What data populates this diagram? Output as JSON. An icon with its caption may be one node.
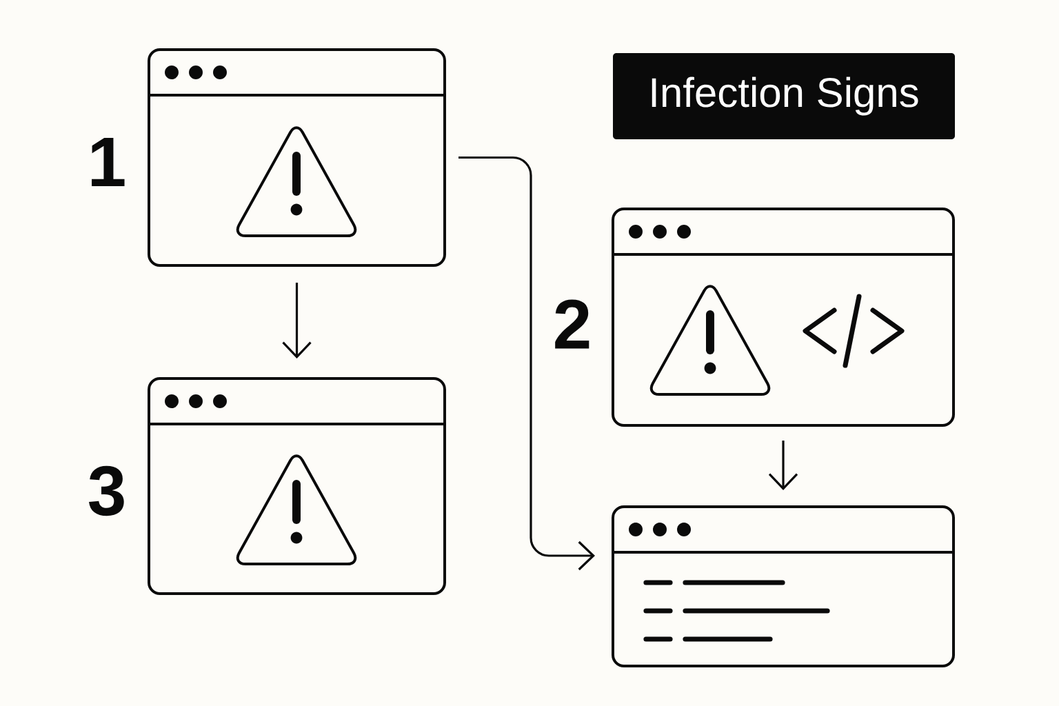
{
  "diagram": {
    "title": "Infection Signs",
    "nodes": [
      {
        "text": [],
        "shape": "window",
        "beside": [
          "1"
        ]
      },
      {
        "text": [],
        "shape": "window",
        "beside": [
          "2"
        ]
      },
      {
        "text": [],
        "shape": "window",
        "beside": [
          "3"
        ]
      },
      {
        "text": [],
        "shape": "window"
      }
    ],
    "edges": [
      {
        "from": 0,
        "to": 3,
        "arrow": "to"
      },
      {
        "from": 0,
        "to": 2,
        "arrow": "to"
      },
      {
        "from": 1,
        "to": 3,
        "arrow": "to"
      }
    ]
  }
}
